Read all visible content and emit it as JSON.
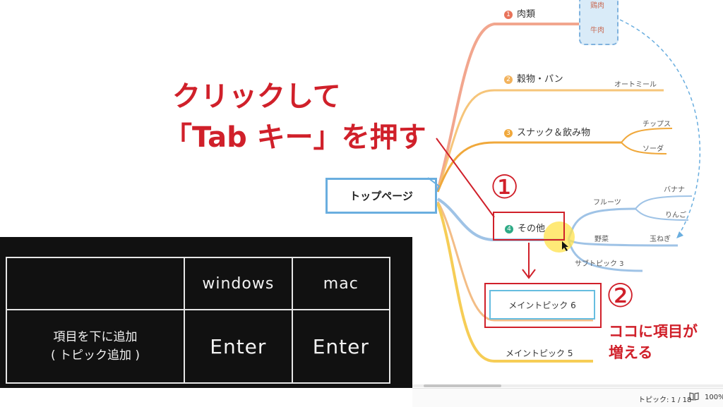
{
  "annotation": {
    "instruction_line1": "クリックして",
    "instruction_line2": "「Tab キー」を押す",
    "step1": "①",
    "step2": "②",
    "result_line1": "ココに項目が",
    "result_line2": "増える"
  },
  "mindmap": {
    "root": "トップページ",
    "branches": [
      {
        "num": "1",
        "label": "肉類",
        "color": "#f0977a",
        "children": [
          "鶏肉",
          "牛肉"
        ]
      },
      {
        "num": "2",
        "label": "穀物・パン",
        "color": "#f2b25c",
        "children": [
          "オートミール"
        ]
      },
      {
        "num": "3",
        "label": "スナック＆飲み物",
        "color": "#f0a83b",
        "children": [
          "チップス",
          "ソーダ"
        ]
      },
      {
        "num": "4",
        "label": "その他",
        "color": "#2eaa86",
        "children": [
          "フルーツ",
          "バナナ",
          "りんご",
          "野菜",
          "玉ねぎ",
          "サブトピック 3"
        ]
      }
    ],
    "new_topic": "メイントピック 6",
    "main_topic5": "メイントピック 5"
  },
  "shortcut_table": {
    "headers": [
      "",
      "windows",
      "mac"
    ],
    "row_label_line1": "項目を下に追加",
    "row_label_line2": "( トピック追加 )",
    "windows_key": "Enter",
    "mac_key": "Enter"
  },
  "statusbar": {
    "topic_count": "トピック: 1 / 18",
    "book_icon": "book-icon",
    "zoom": "100%"
  },
  "colors": {
    "annotation_red": "#d0202a",
    "root_border": "#6aaedf",
    "line_blue": "#9fc3e6",
    "panel_bg": "#111111"
  }
}
